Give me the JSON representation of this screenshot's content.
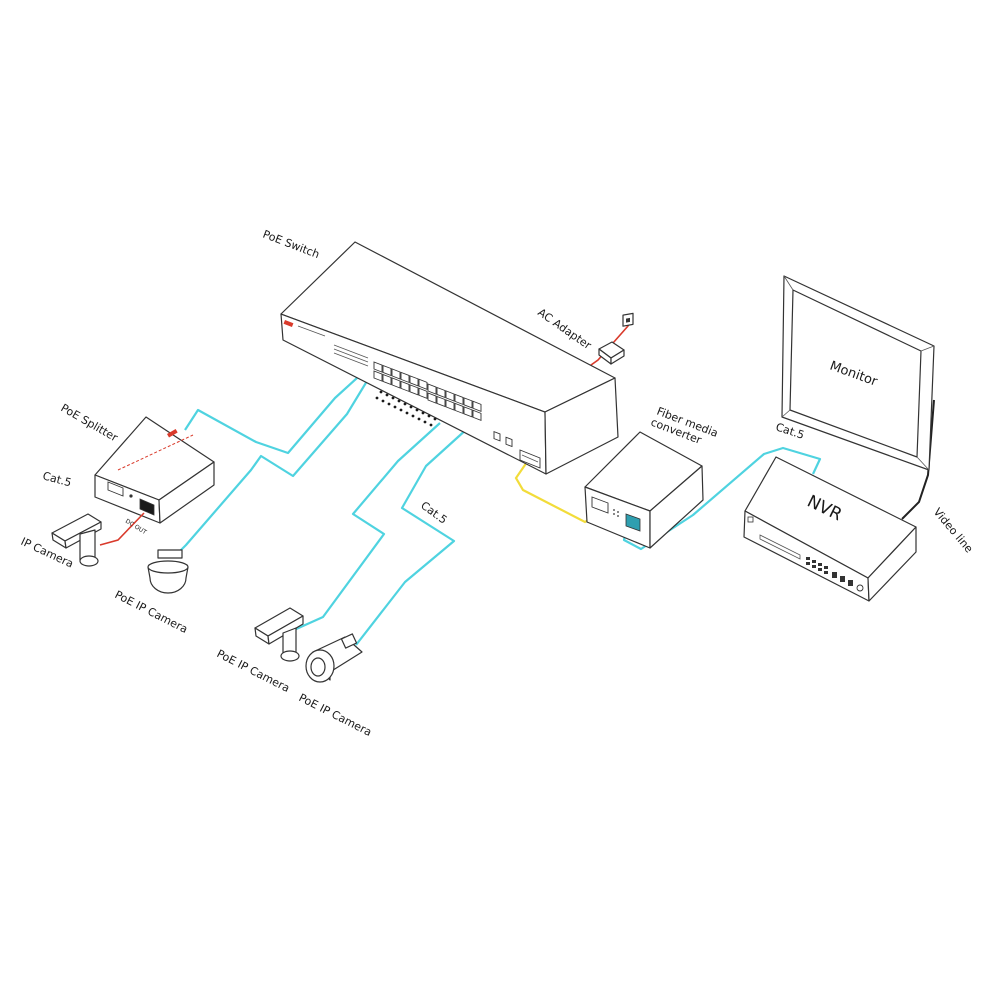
{
  "colors": {
    "cat5_cable": "#4fd3e0",
    "fiber_cable": "#f2dc3a",
    "power_cable": "#d93a2b",
    "video_cable": "#222222",
    "brand_red": "#d93a2b"
  },
  "labels": {
    "poe_switch": "PoE  Switch",
    "ac_adapter": "AC Adapter",
    "fiber_media_converter_1": "Fiber media",
    "fiber_media_converter_2": "converter",
    "monitor": "Monitor",
    "nvr": "NVR",
    "video_line": "Video line",
    "cat5_right": "Cat.5",
    "cat5_middle": "Cat.5",
    "cat5_left": "Cat.5",
    "poe_splitter": "PoE Splitter",
    "dc_out": "DC OUT",
    "ip_camera": "IP Camera",
    "poe_ip_camera_dome": "PoE IP Camera",
    "poe_ip_camera_box": "PoE IP Camera",
    "poe_ip_camera_bullet": "PoE IP Camera"
  },
  "icons": {
    "switch": "poe-switch-icon",
    "adapter": "ac-adapter-icon",
    "converter": "fiber-media-converter-icon",
    "monitor": "monitor-icon",
    "nvr": "nvr-icon",
    "splitter": "poe-splitter-icon",
    "ip_camera": "ip-camera-icon",
    "dome_camera": "dome-camera-icon",
    "box_camera": "box-camera-icon",
    "bullet_camera": "bullet-camera-icon"
  }
}
